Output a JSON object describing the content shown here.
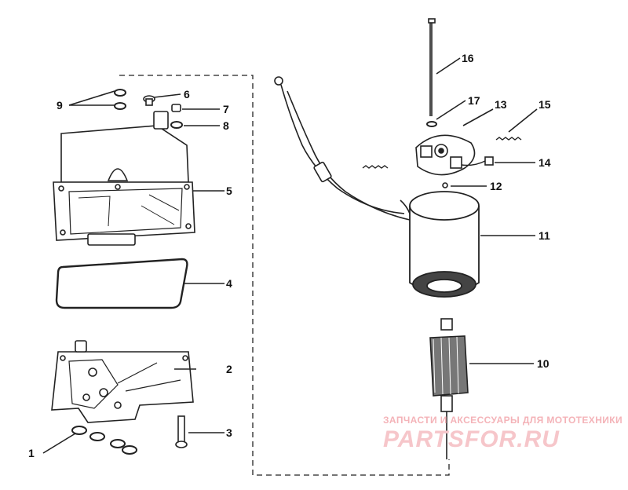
{
  "callouts": [
    "1",
    "2",
    "3",
    "4",
    "5",
    "6",
    "7",
    "8",
    "9",
    "10",
    "11",
    "12",
    "13",
    "14",
    "15",
    "16",
    "17"
  ],
  "watermark": {
    "tagline": "ЗАПЧАСТИ И АКСЕССУАРЫ ДЛЯ МОТОТЕХНИКИ",
    "logo_text": "PARTSFOR.RU"
  }
}
